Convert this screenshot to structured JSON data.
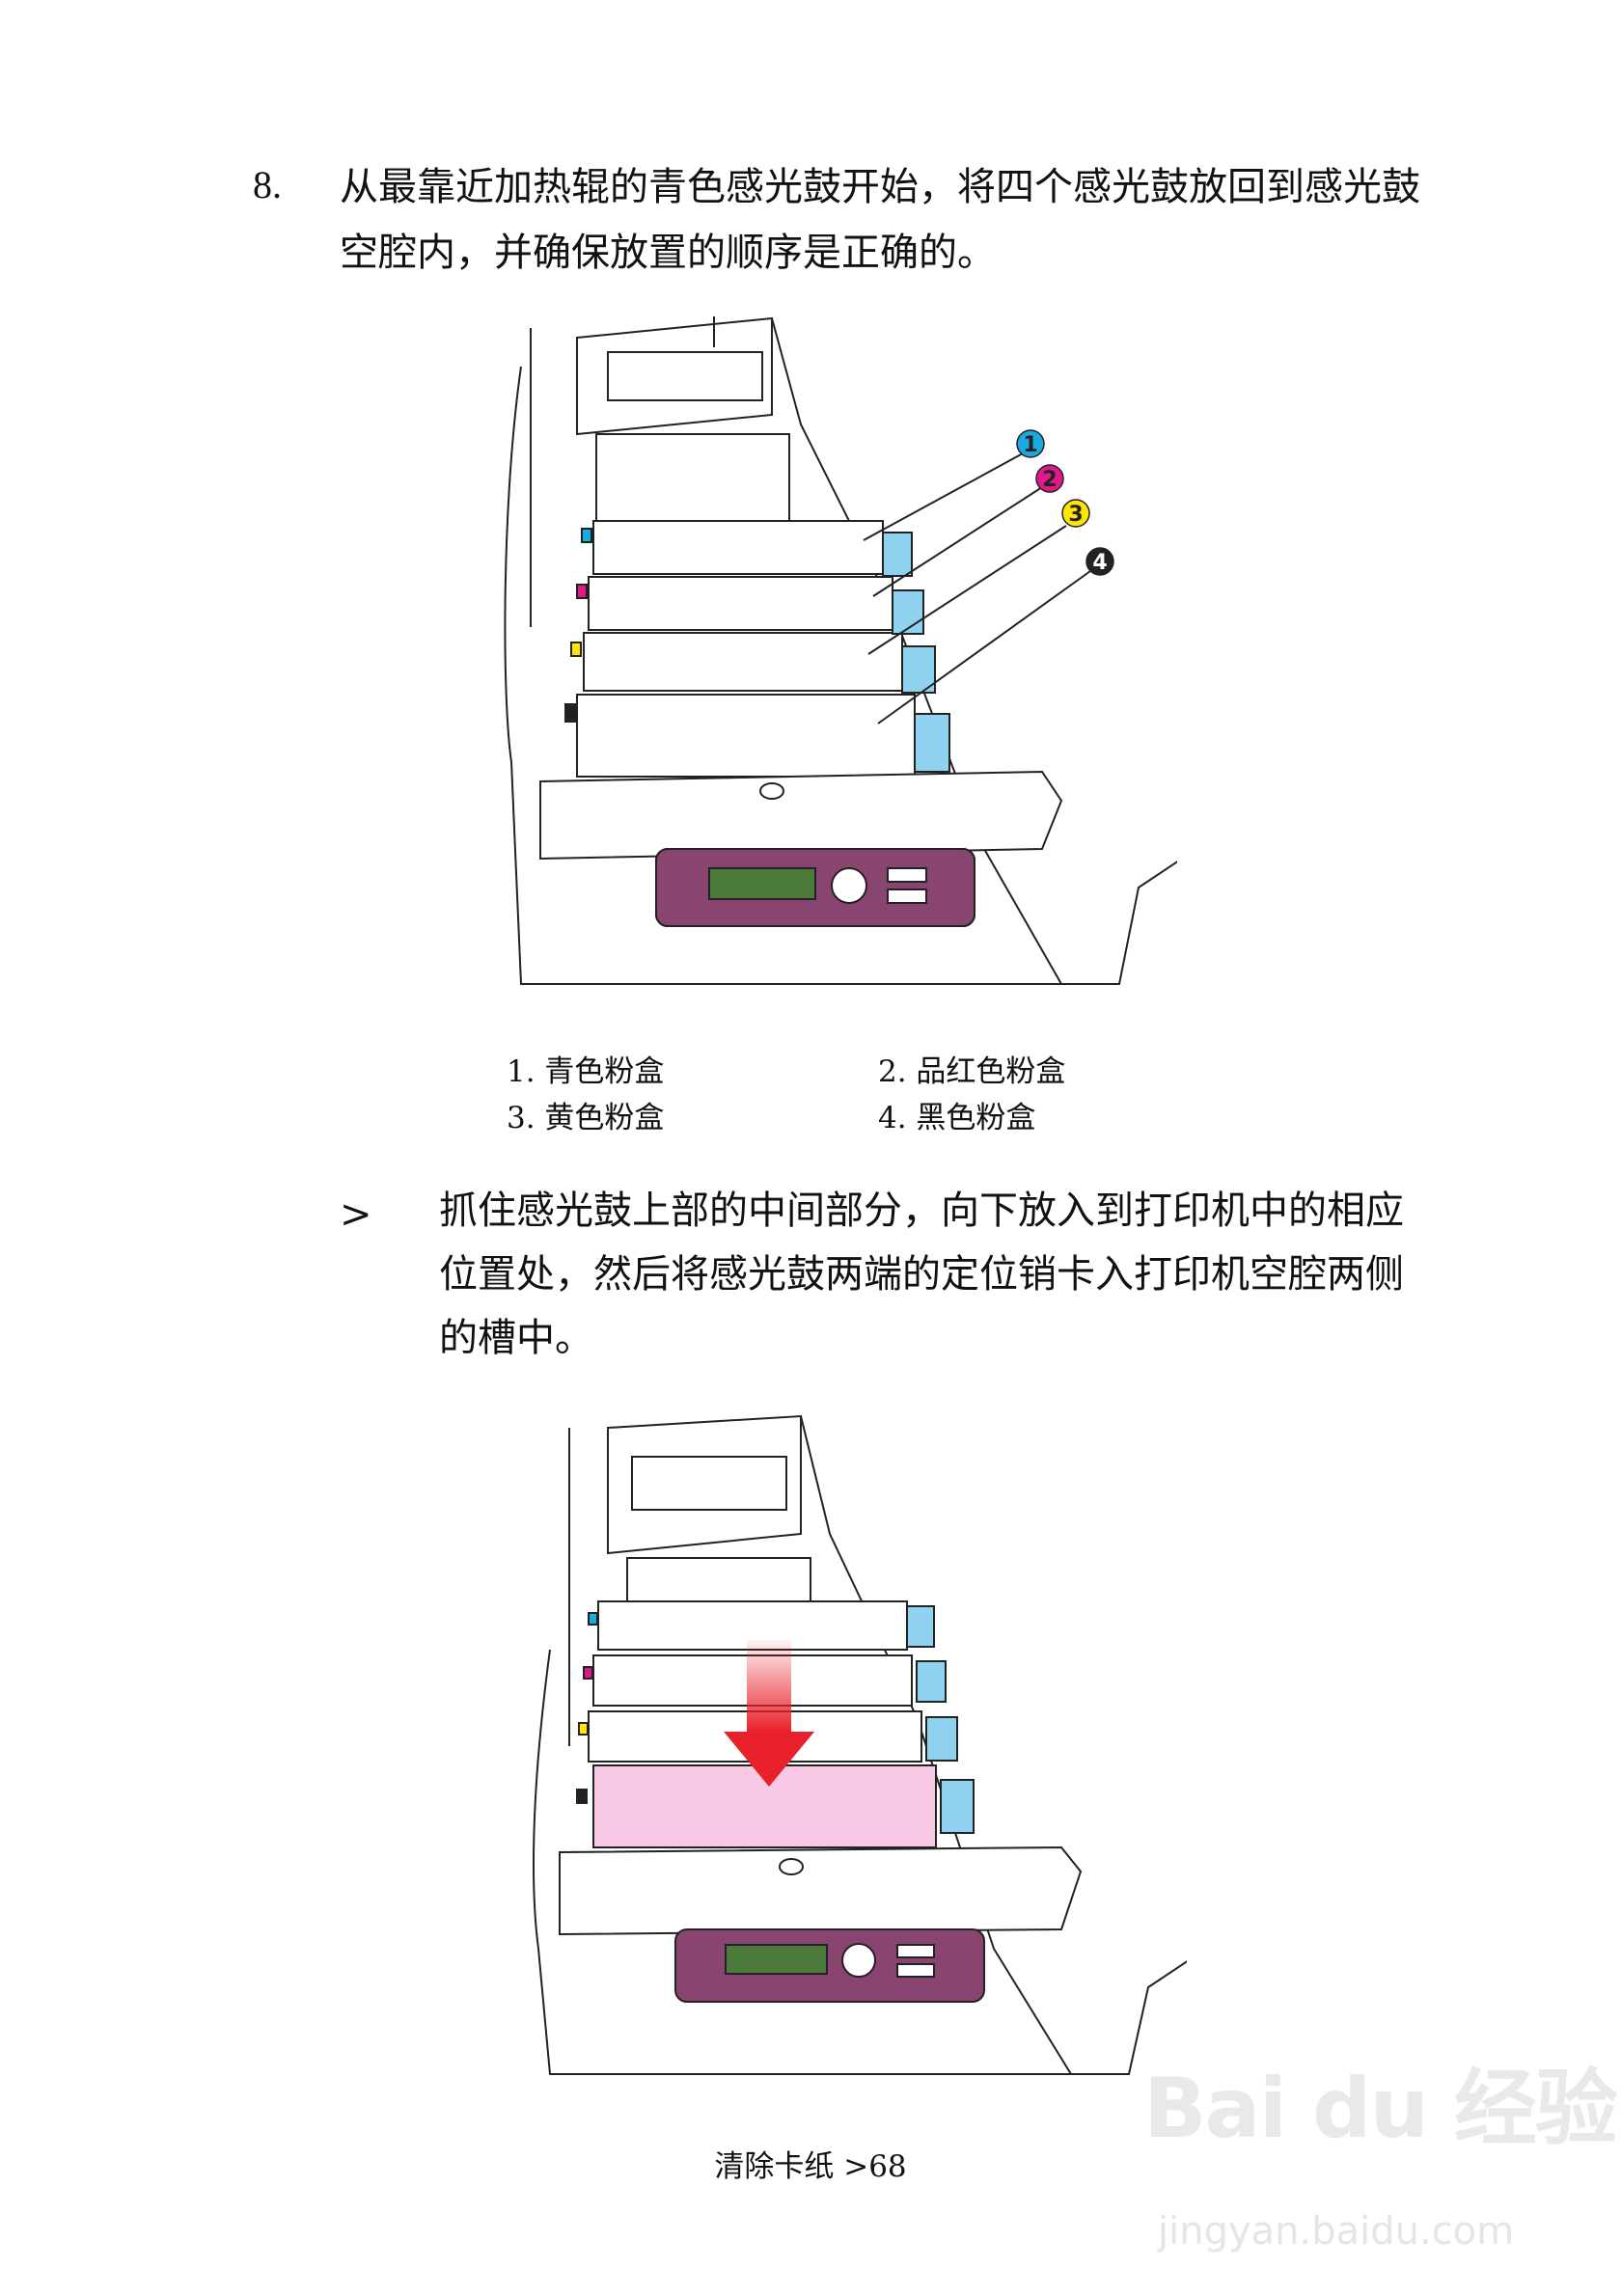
{
  "step": {
    "number": "8.",
    "text": "从最靠近加热辊的青色感光鼓开始，将四个感光鼓放回到感光鼓空腔内，并确保放置的顺序是正确的。"
  },
  "figure1": {
    "callouts": [
      "1",
      "2",
      "3",
      "4"
    ],
    "colors": {
      "cyan": "#1aa9e0",
      "magenta": "#e0198a",
      "yellow": "#ffe600",
      "black": "#222222",
      "blue_tab": "#8fd3f0",
      "panel": "#8a4470",
      "lcd": "#4c7a3a"
    }
  },
  "legend": {
    "item1": "1. 青色粉盒",
    "item2": "2. 品红色粉盒",
    "item3": "3. 黄色粉盒",
    "item4": "4. 黑色粉盒"
  },
  "bullet": {
    "marker": ">",
    "text": "抓住感光鼓上部的中间部分，向下放入到打印机中的相应位置处，然后将感光鼓两端的定位销卡入打印机空腔两侧的槽中。"
  },
  "figure2": {
    "colors": {
      "drum_highlight": "#f7c9e4",
      "arrow": "#e8212b"
    }
  },
  "footer": {
    "text": "清除卡纸 >68"
  },
  "watermark": {
    "brand": "Bai du 经验",
    "url": "jingyan.baidu.com"
  }
}
